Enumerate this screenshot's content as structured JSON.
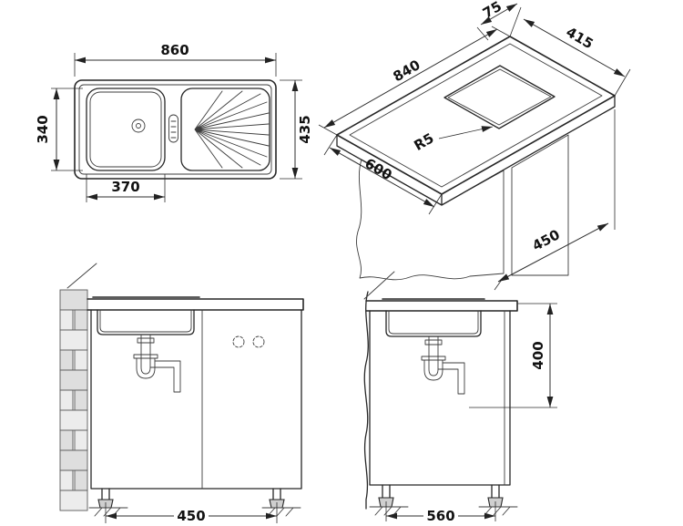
{
  "plan": {
    "width": "860",
    "depth": "435",
    "bowl_height": "340",
    "bowl_width": "370"
  },
  "iso": {
    "rim_strip": "75",
    "drainer_length": "415",
    "top_length": "840",
    "top_depth": "600",
    "base_depth": "450",
    "corner_radius": "R5"
  },
  "front": {
    "base_width": "450"
  },
  "side": {
    "install_height": "400",
    "base_width": "560"
  }
}
